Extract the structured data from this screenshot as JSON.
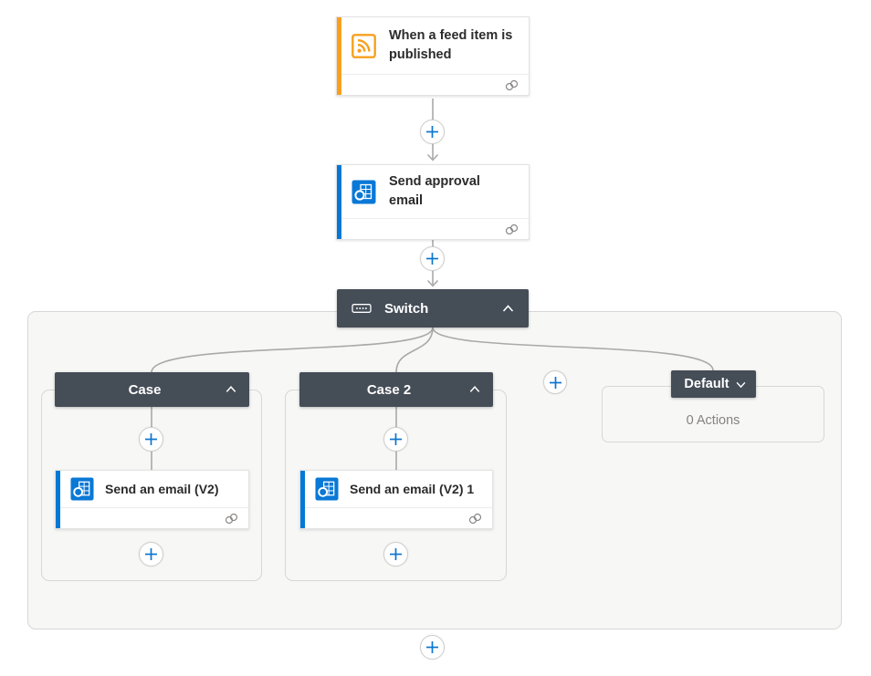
{
  "flow": {
    "trigger": {
      "title": "When a feed item is published",
      "connector_icon": "rss-icon"
    },
    "approval": {
      "title": "Send approval email",
      "connector_icon": "outlook-icon"
    },
    "switch": {
      "label": "Switch",
      "icon": "control-switch-icon",
      "cases": [
        {
          "label": "Case",
          "action": {
            "title": "Send an email (V2)"
          }
        },
        {
          "label": "Case 2",
          "action": {
            "title": "Send an email (V2) 1"
          }
        }
      ],
      "default": {
        "label": "Default",
        "empty_text": "0 Actions"
      }
    }
  },
  "colors": {
    "accent_orange": "#f8a01e",
    "accent_blue": "#0078d4",
    "header_dark": "#454d57",
    "connector_gray": "#a9a9a9",
    "plus_blue": "#0b76cf",
    "scope_fill": "#f7f7f6",
    "empty_text_gray": "#85827f"
  }
}
